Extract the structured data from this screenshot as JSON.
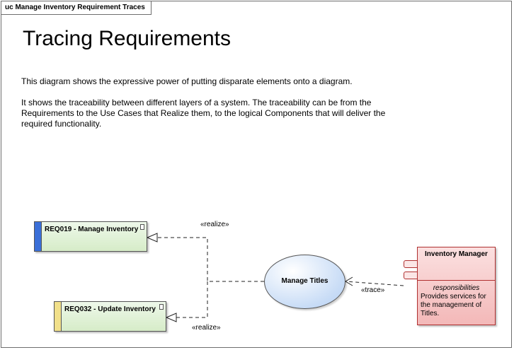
{
  "frame": {
    "label": "uc Manage Inventory Requirement Traces"
  },
  "title": "Tracing Requirements",
  "notes": [
    "This diagram shows the expressive power of putting disparate elements onto a diagram.",
    "It shows the traceability between different layers of a system.  The traceability can be from the Requirements to the Use Cases that Realize them, to the logical Components that will deliver the required functionality."
  ],
  "requirements": [
    {
      "label": "REQ019 - Manage Inventory",
      "stripe_color": "#3a6fd8"
    },
    {
      "label": "REQ032 - Update Inventory",
      "stripe_color": "#f1e08a"
    }
  ],
  "use_case": {
    "label": "Manage Titles"
  },
  "component": {
    "name": "Inventory Manager",
    "compartment_title": "responsibilities",
    "compartment_text": "Provides services for the management of Titles."
  },
  "connectors": {
    "realize_top": "«realize»",
    "realize_bottom": "«realize»",
    "trace": "«trace»"
  },
  "colors": {
    "requirement_fill": "#d6ecc8",
    "use_case_fill": "#c8dcf6",
    "component_fill": "#f3b8b8"
  }
}
